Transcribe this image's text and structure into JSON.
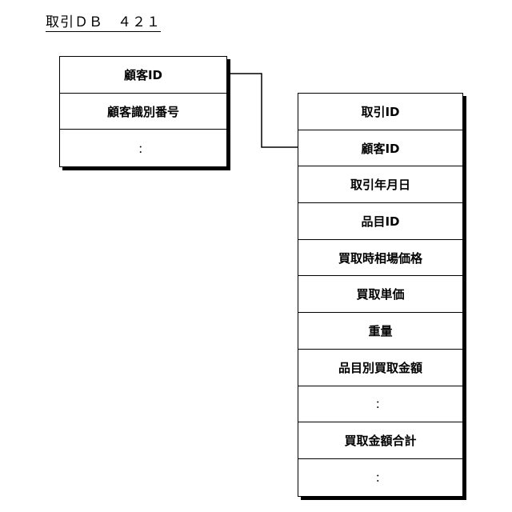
{
  "title": "取引ＤＢ　４２１",
  "customer_table": {
    "rows": [
      "顧客ID",
      "顧客識別番号",
      "："
    ]
  },
  "trade_table": {
    "rows": [
      "取引ID",
      "顧客ID",
      "取引年月日",
      "品目ID",
      "買取時相場価格",
      "買取単価",
      "重量",
      "品目別買取金額",
      "：",
      "買取金額合計",
      "："
    ]
  }
}
